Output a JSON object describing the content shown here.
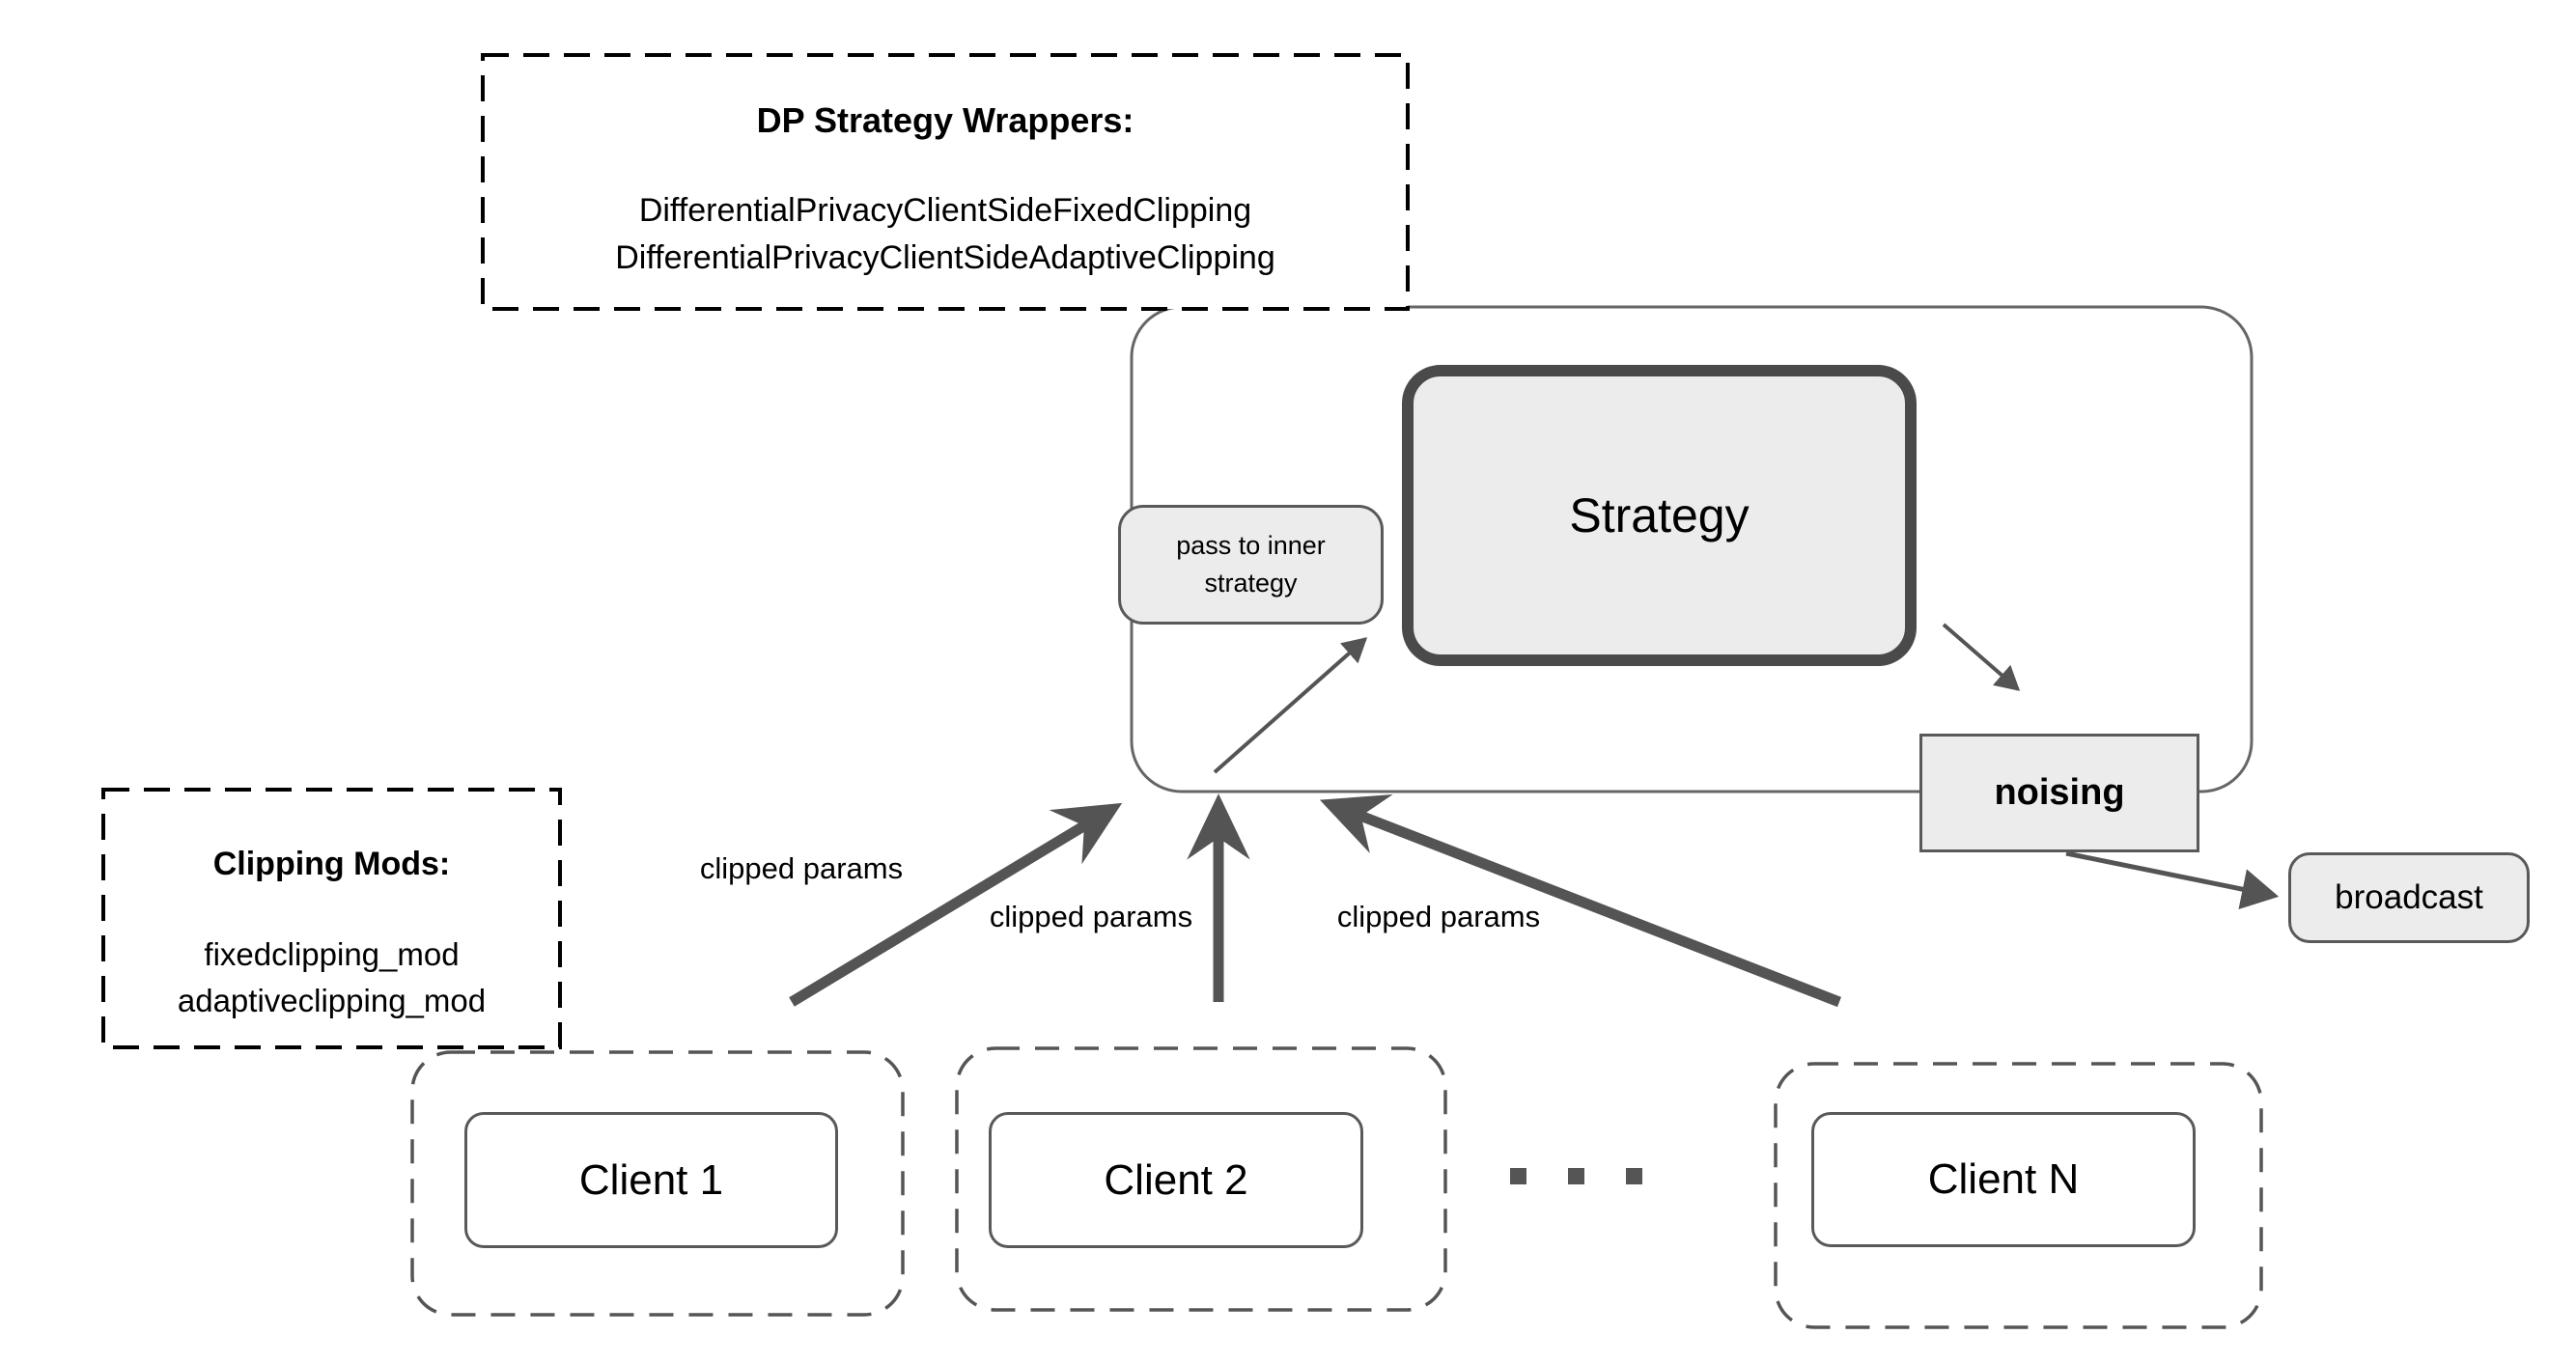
{
  "colors": {
    "background": "#ffffff",
    "node_fill": "#ececec",
    "node_border": "#595959",
    "strategy_border": "#4a4a4a",
    "container_border": "#666666",
    "dashed_info_border": "#000000",
    "client_dash_border": "#555555",
    "arrow": "#545454",
    "text": "#000000"
  },
  "dp_wrappers": {
    "title": "DP Strategy Wrappers:",
    "items": [
      "DifferentialPrivacyClientSideFixedClipping",
      "DifferentialPrivacyClientSideAdaptiveClipping"
    ]
  },
  "clipping_mods": {
    "title": "Clipping Mods:",
    "items": [
      "fixedclipping_mod",
      "adaptiveclipping_mod"
    ]
  },
  "server": {
    "pass_box_line1": "pass to inner",
    "pass_box_line2": "strategy",
    "strategy_label": "Strategy",
    "noising_label": "noising"
  },
  "broadcast_label": "broadcast",
  "edge_labels": {
    "clipped_params": [
      "clipped params",
      "clipped params",
      "clipped params"
    ]
  },
  "clients": {
    "client1": "Client 1",
    "client2": "Client 2",
    "clientN": "Client N"
  }
}
